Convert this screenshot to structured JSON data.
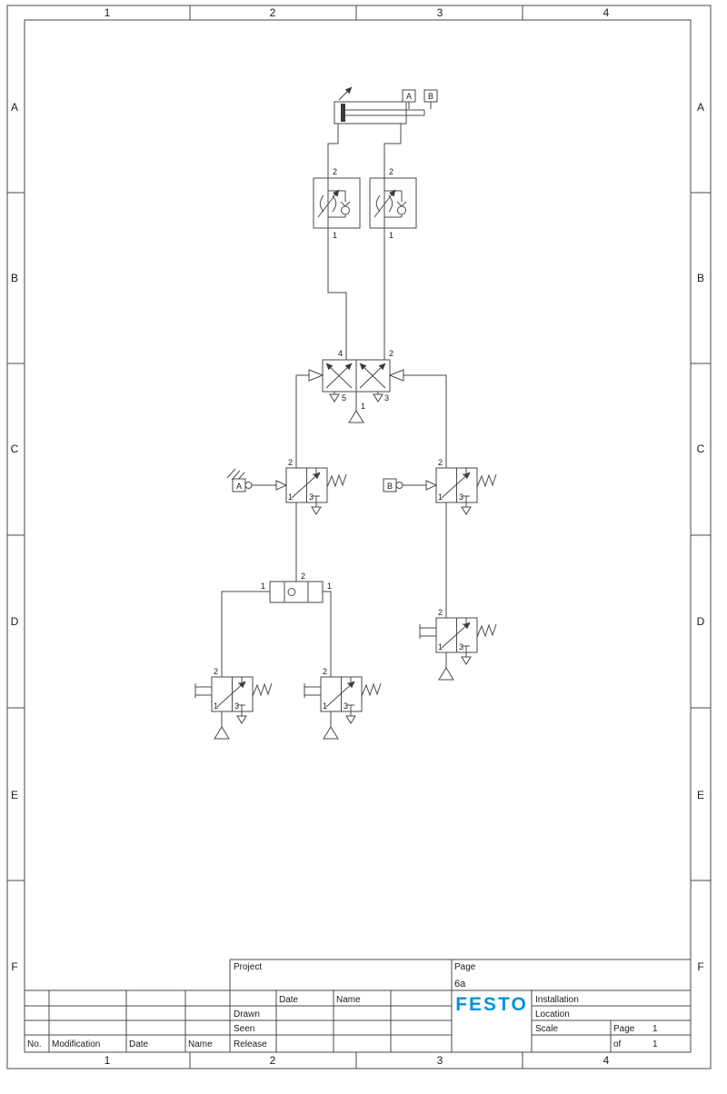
{
  "colors": {
    "brand_blue": "#0094d9",
    "line": "#4a4a4a"
  },
  "frame": {
    "top_cols": [
      "1",
      "2",
      "3",
      "4"
    ],
    "bottom_cols": [
      "1",
      "2",
      "3",
      "4"
    ],
    "left_rows": [
      "A",
      "B",
      "C",
      "D",
      "E",
      "F"
    ],
    "right_rows": [
      "A",
      "B",
      "C",
      "D",
      "E",
      "F"
    ]
  },
  "title_block": {
    "project_label": "Project",
    "page_label": "Page",
    "page_value": "6a",
    "date_col": "Date",
    "name_col": "Name",
    "drawn": "Drawn",
    "seen": "Seen",
    "release": "Release",
    "no_col": "No.",
    "modification_col": "Modification",
    "date_col2": "Date",
    "name_col2": "Name",
    "brand": "FESTO",
    "installation": "Installation",
    "location": "Location",
    "scale": "Scale",
    "page_small": "Page",
    "page_num": "1",
    "of_label": "of",
    "of_num": "1"
  },
  "schematic": {
    "labels": {
      "cyl_a": "A",
      "cyl_b": "B",
      "fl_2": "2",
      "fl_1": "1",
      "fr_2": "2",
      "fr_1": "1",
      "v52_4": "4",
      "v52_2": "2",
      "v52_5": "5",
      "v52_1": "1",
      "v52_3": "3",
      "va_tag": "A",
      "va_2": "2",
      "va_1": "1",
      "va_3": "3",
      "vb_tag": "B",
      "vb_2": "2",
      "vb_1": "1",
      "vb_3": "3",
      "sh_2": "2",
      "sh_1l": "1",
      "sh_1r": "1",
      "vd_2": "2",
      "vd_1": "1",
      "vd_3": "3",
      "vbl_2": "2",
      "vbl_1": "1",
      "vbl_3": "3",
      "vbc_2": "2",
      "vbc_1": "1",
      "vbc_3": "3"
    }
  }
}
